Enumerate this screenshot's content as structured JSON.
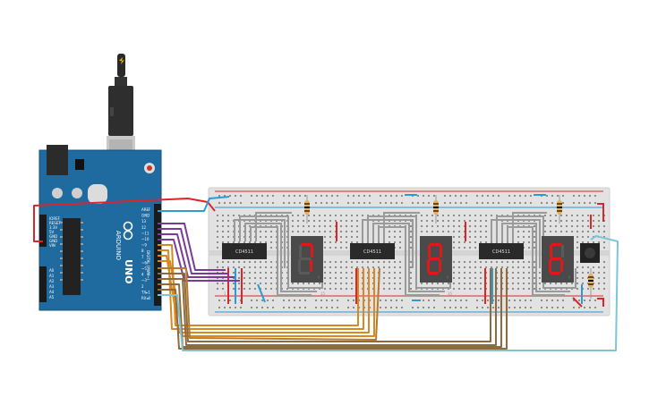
{
  "board": {
    "brand": "ARDUINO",
    "model": "UNO",
    "digital_label": "DIGITAL (PWM~)",
    "analog_label": "ANALOG IN",
    "power_label": "POWER",
    "left_pins": [
      "IOREF",
      "RESET",
      "3.3V",
      "5V",
      "GND",
      "GND",
      "VIN",
      "A0",
      "A1",
      "A2",
      "A3",
      "A4",
      "A5"
    ],
    "right_pins": [
      "AREF",
      "GND",
      "13",
      "12",
      "~11",
      "~10",
      "~9",
      "8",
      "7",
      "~6",
      "~5",
      "4",
      "~3",
      "2",
      "TX▸1",
      "RX◂0"
    ]
  },
  "chips": [
    {
      "label": "CD4511"
    },
    {
      "label": "CD4511"
    },
    {
      "label": "CD4511"
    }
  ],
  "displays": [
    {
      "digit": "7"
    },
    {
      "digit": "8"
    },
    {
      "digit": "6"
    }
  ],
  "colors": {
    "board": "#1f6a9f",
    "breadboard": "#e2e2e2",
    "display_body": "#4a4a4a",
    "segment_on": "#e01818",
    "segment_off": "#5a5a5a",
    "wire_red": "#d9262b",
    "wire_blue": "#2b9bd1",
    "wire_orange": "#d88820",
    "wire_purple": "#7a3a9a",
    "wire_brown": "#8f6a3c",
    "wire_gray": "#9a9a9a",
    "wire_lightblue": "#7fc4d8"
  }
}
